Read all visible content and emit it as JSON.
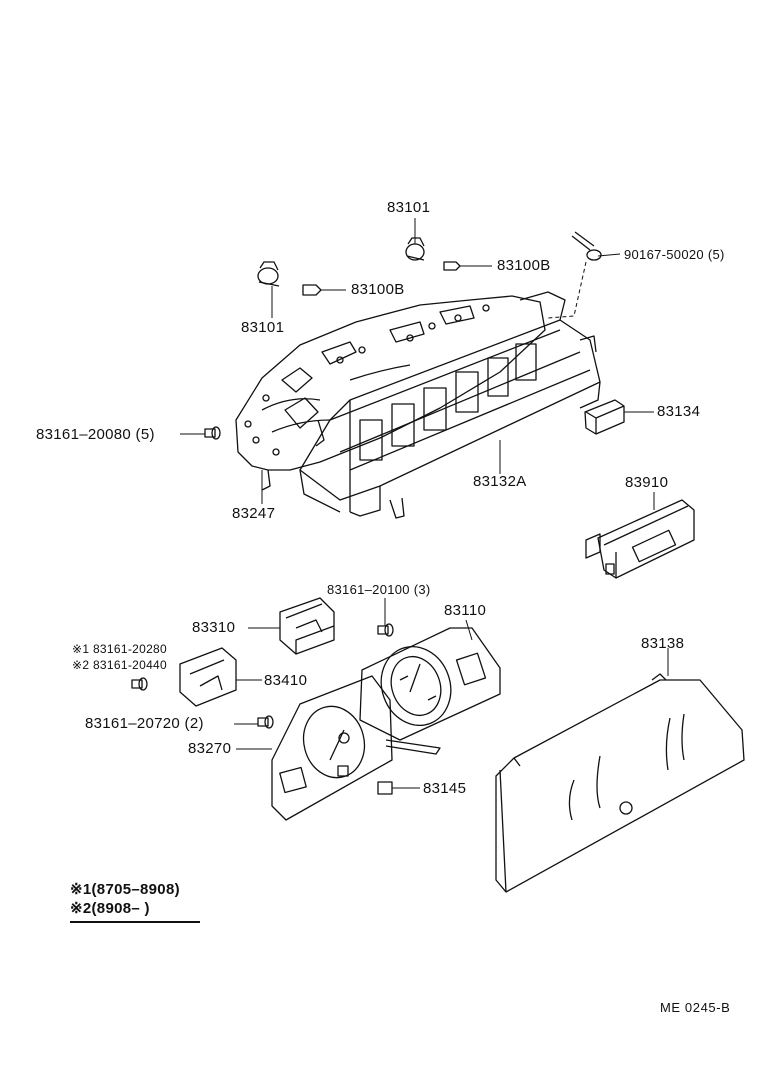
{
  "labels": {
    "p83101_top": "83101",
    "p83100b_top": "83100B",
    "p90167": "90167-50020 (5)",
    "p83101_left": "83101",
    "p83100b_left": "83100B",
    "p83161_20080": "83161–20080 (5)",
    "p83134": "83134",
    "p83132a": "83132A",
    "p83247": "83247",
    "p83910": "83910",
    "p83161_20100": "83161–20100 (3)",
    "p83110": "83110",
    "p83310": "83310",
    "p83161_20280": "※1 83161-20280",
    "p83161_20440": "※2 83161-20440",
    "p83410": "83410",
    "p83138": "83138",
    "p83161_20720": "83161–20720 (2)",
    "p83270": "83270",
    "p83145": "83145"
  },
  "legend": {
    "item1": "※1(8705–8908)",
    "item2": "※2(8908–      )"
  },
  "ref_code": "ME  0245-B",
  "colors": {
    "line": "#111111",
    "background": "#ffffff"
  }
}
